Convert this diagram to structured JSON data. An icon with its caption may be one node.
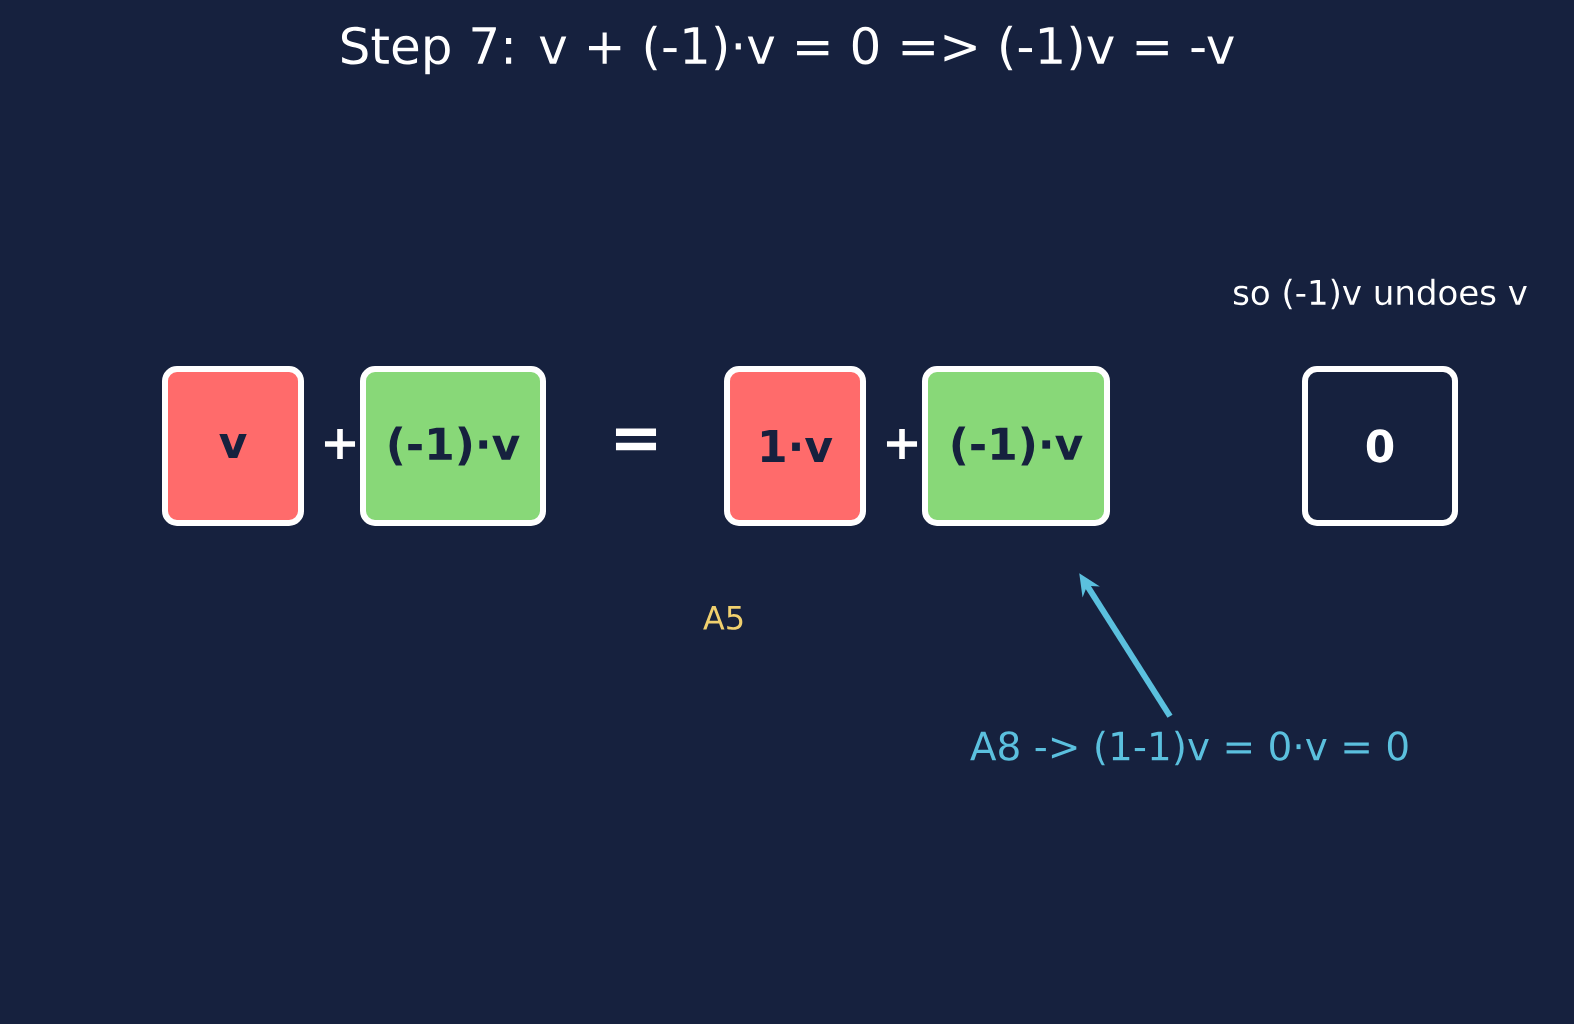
{
  "diagram": {
    "title": "Step 7: v + (-1)·v = 0  =>  (-1)v = -v",
    "nodes": [
      {
        "text": [
          "v"
        ]
      },
      {
        "text": [
          "(-1)·v"
        ]
      },
      {
        "text": [
          "1·v"
        ]
      },
      {
        "text": [
          "(-1)·v"
        ]
      },
      {
        "text": [
          "0"
        ],
        "beside": [
          "so (-1)v undoes v"
        ]
      },
      {
        "text": [
          "A8 -> (1-1)v = 0·v = 0"
        ]
      }
    ],
    "edges": [
      {
        "from": 5,
        "to": 3,
        "arrow": "to",
        "color": "#5bc0de"
      }
    ],
    "labels": [
      "+",
      "=",
      "+",
      "A5"
    ]
  }
}
